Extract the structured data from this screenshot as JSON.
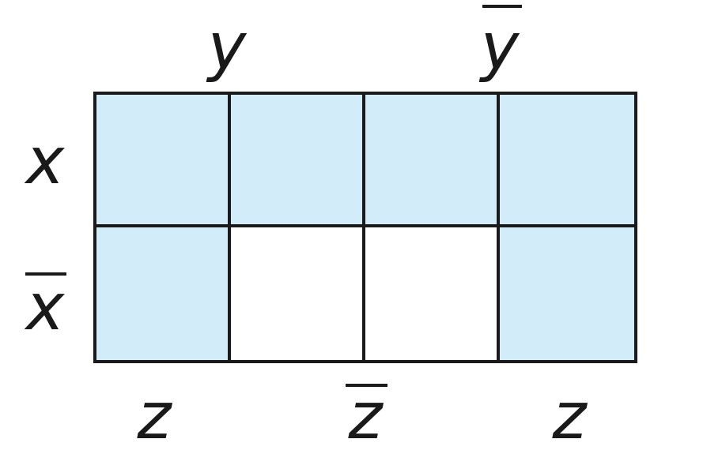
{
  "labels": {
    "top": [
      "y",
      "y"
    ],
    "left": [
      "x",
      "x"
    ],
    "bottom": [
      "z",
      "z",
      "z"
    ]
  },
  "complemented": {
    "top": [
      false,
      true
    ],
    "left": [
      false,
      true
    ],
    "bottom": [
      false,
      true,
      false
    ]
  },
  "grid": {
    "rows": 2,
    "cols": 4,
    "shaded": [
      [
        true,
        true,
        true,
        true
      ],
      [
        true,
        false,
        false,
        true
      ]
    ]
  },
  "colors": {
    "shade": "#d3ecf9",
    "line": "#1a1a1a"
  }
}
